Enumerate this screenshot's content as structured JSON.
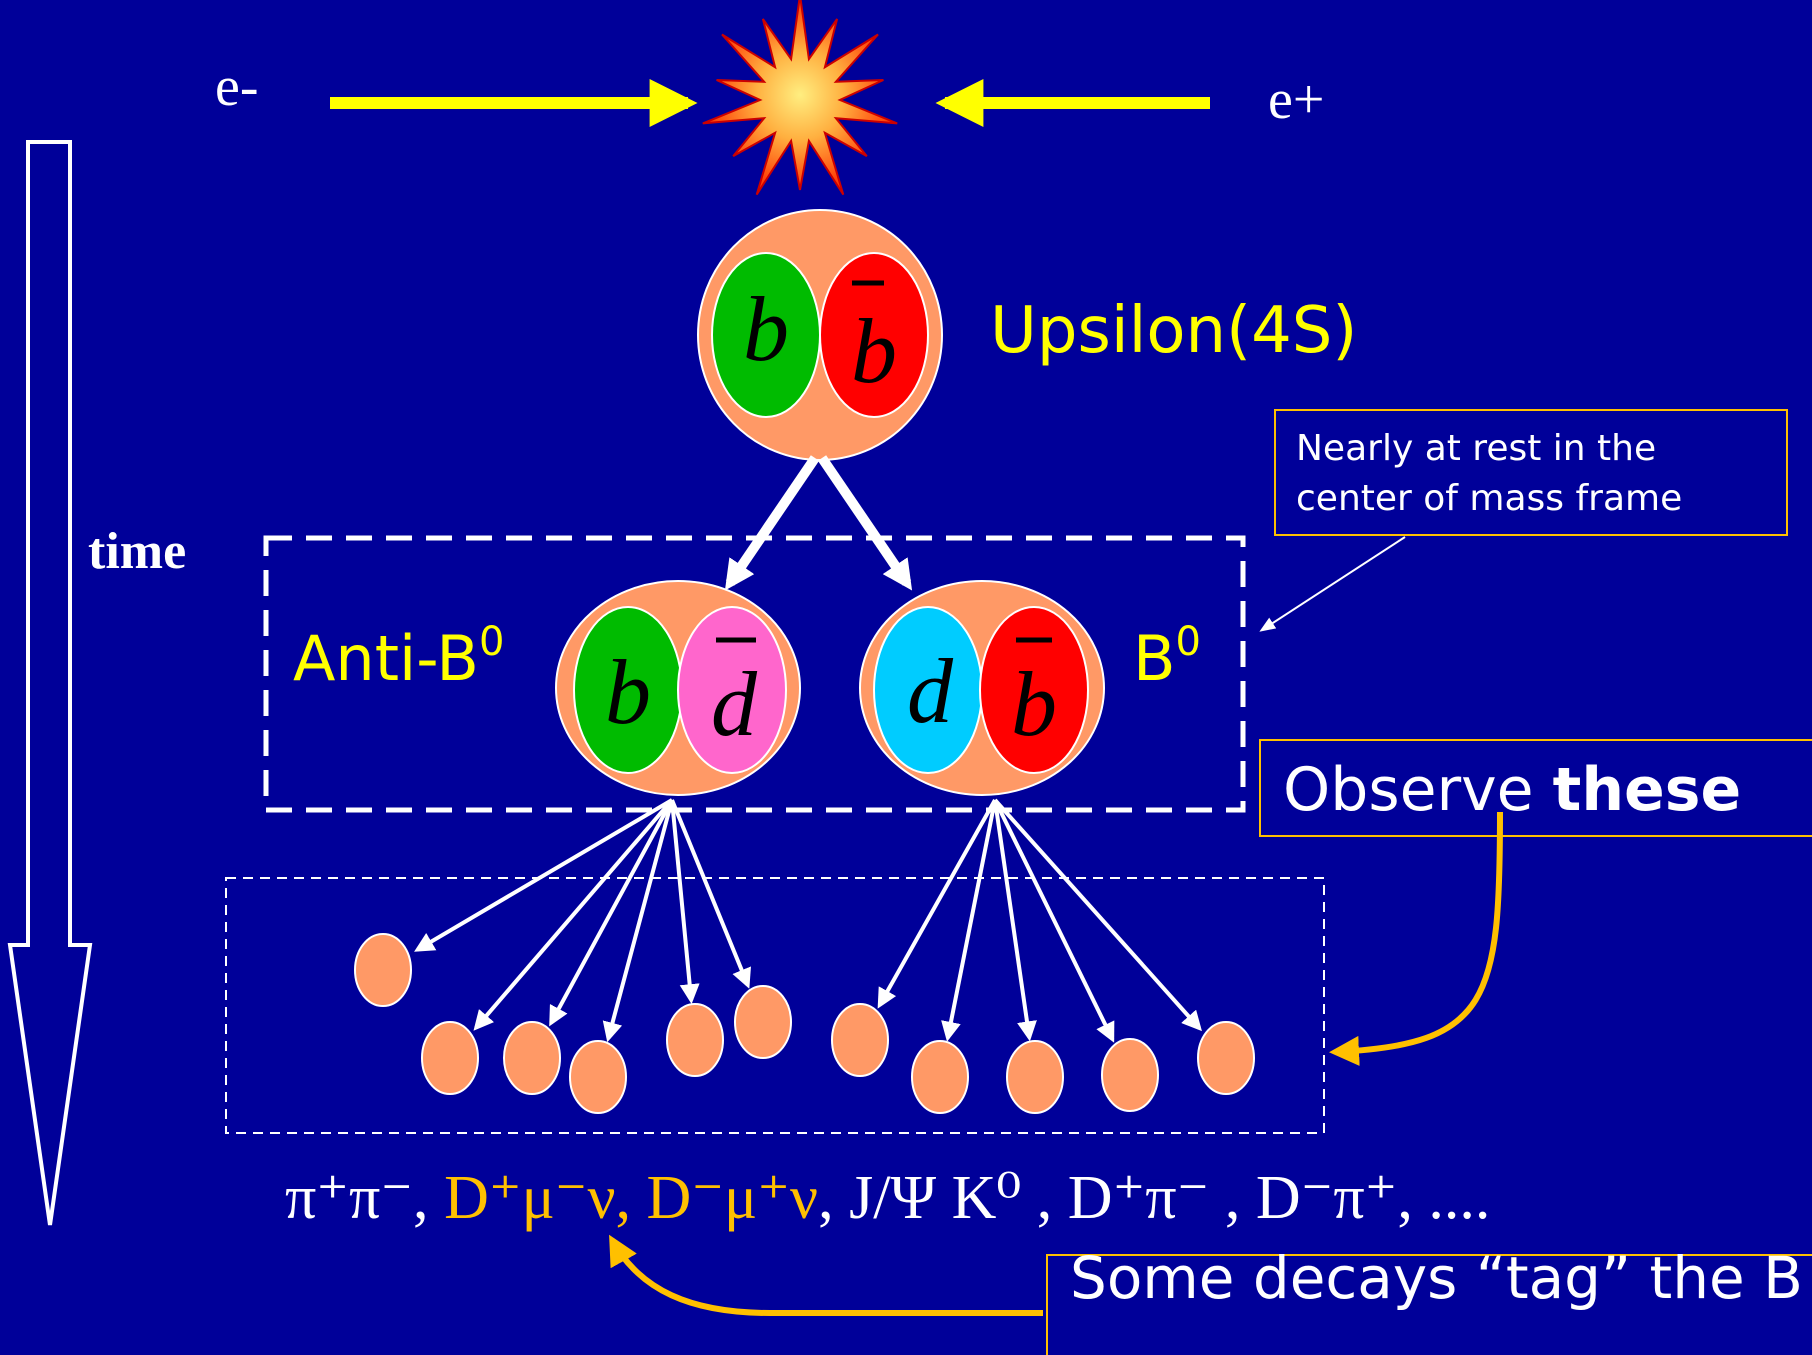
{
  "labels": {
    "electron": "e-",
    "positron": "e+",
    "time": "time",
    "upsilon": "Upsilon(4S)",
    "anti_b0": "Anti-B",
    "b0": "B",
    "superscript_zero": "0"
  },
  "quarks": {
    "b": "b",
    "d": "d"
  },
  "notes": {
    "rest_frame_line1": "Nearly at rest in the",
    "rest_frame_line2": "center of mass frame",
    "observe_prefix": "Observe ",
    "observe_emphasis": "these",
    "tag": "Some decays “tag” the B"
  },
  "channels": {
    "c1": "π⁺π⁻, ",
    "c2": "D⁺μ⁻ν, D⁻μ⁺ν",
    "c3": ", J/Ψ K⁰ , D⁺π⁻ , D⁻π⁺, ...."
  },
  "colors": {
    "background": "#000099",
    "yellow": "#ffff00",
    "gold": "#ffc000",
    "meson": "#ff9966",
    "b_quark": "#00bb00",
    "b_antiquark": "#ff0000",
    "d_antiquark": "#ff66cc",
    "d_quark": "#00ccff"
  }
}
